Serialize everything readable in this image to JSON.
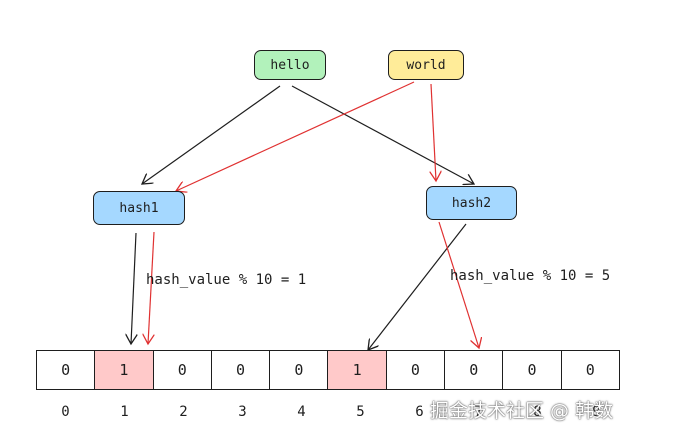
{
  "nodes": {
    "hello": "hello",
    "world": "world",
    "hash1": "hash1",
    "hash2": "hash2"
  },
  "labels": {
    "hash1_formula": "hash_value % 10 = 1",
    "hash2_formula": "hash_value % 10 = 5"
  },
  "bit_array": {
    "values": [
      "0",
      "1",
      "0",
      "0",
      "0",
      "1",
      "0",
      "0",
      "0",
      "0"
    ],
    "set_flags": [
      false,
      true,
      false,
      false,
      false,
      true,
      false,
      false,
      false,
      false
    ],
    "indices": [
      "0",
      "1",
      "2",
      "3",
      "4",
      "5",
      "6",
      "7",
      "8",
      "9"
    ]
  },
  "watermark": "掘金技术社区 @ 韩数",
  "colors": {
    "hello_fill": "#b2f2bb",
    "world_fill": "#ffec99",
    "hash_fill": "#a5d8ff",
    "set_cell_fill": "#ffc9c9",
    "hello_arrow": "#1e1e1e",
    "world_arrow": "#e03131"
  }
}
